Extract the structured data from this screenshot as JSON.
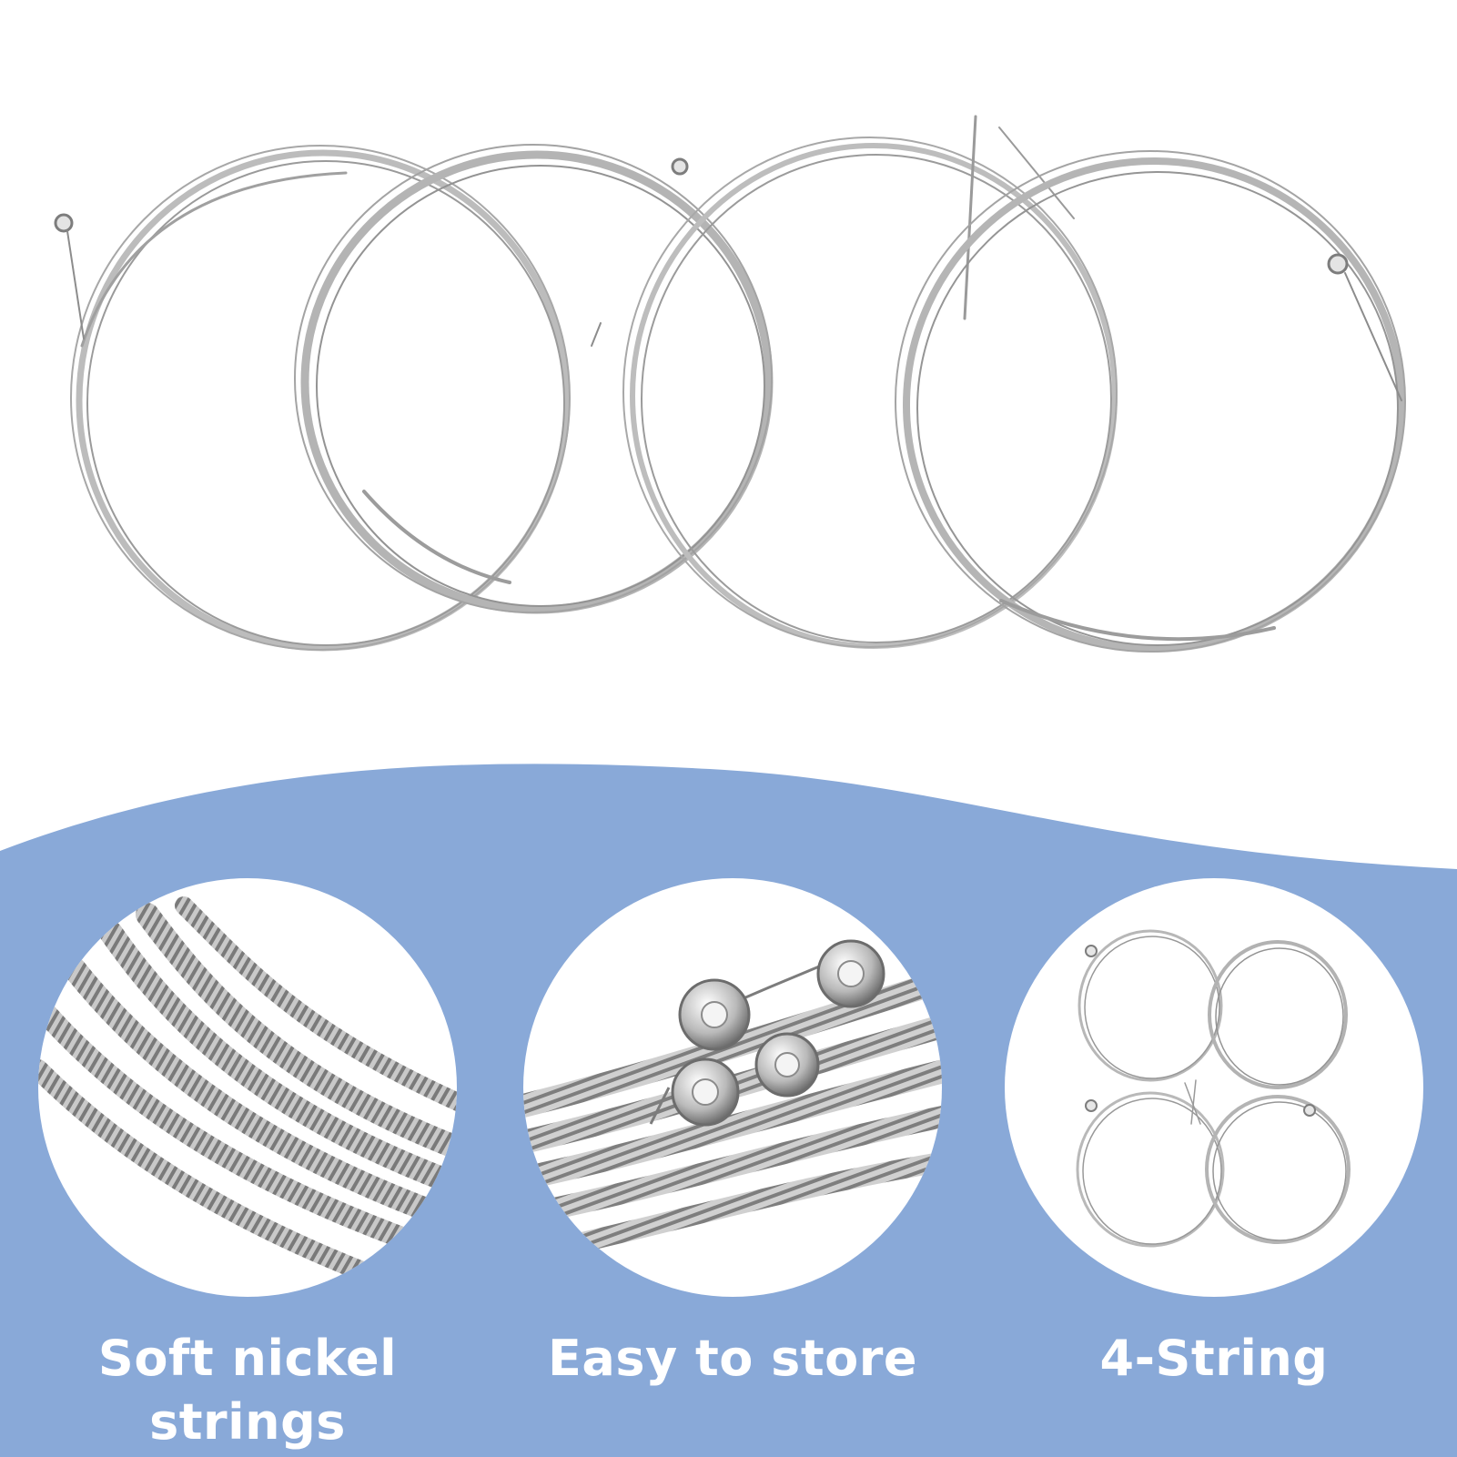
{
  "colors": {
    "background": "#ffffff",
    "wave": "#89a9d8",
    "caption_text": "#ffffff",
    "string_light": "#b8b8b8",
    "string_dark": "#7d7d7d"
  },
  "hero": {
    "image": "four-coiled-bass-strings"
  },
  "features": [
    {
      "caption": "Soft nickel strings",
      "image": "closeup-wound-strings"
    },
    {
      "caption": "Easy to store",
      "image": "ball-ends-closeup"
    },
    {
      "caption": "4-String",
      "image": "four-coiled-strings-set"
    }
  ]
}
